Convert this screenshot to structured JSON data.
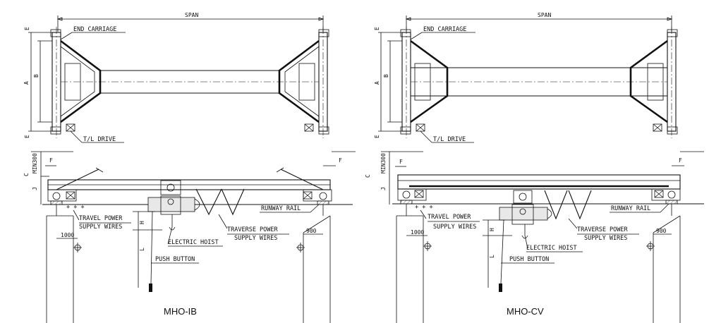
{
  "labels": {
    "span": "SPAN",
    "end_carriage": "END CARRIAGE",
    "tl_drive": "T/L DRIVE",
    "dim_a": "A",
    "dim_b": "B",
    "dim_e": "E",
    "dim_c": "C",
    "dim_j": "J",
    "dim_f": "F",
    "dim_h": "H",
    "dim_l": "L",
    "min300": "MIN300",
    "travel_power": "TRAVEL POWER",
    "supply_wires": "SUPPLY WIRES",
    "runway_rail": "RUNWAY RAIL",
    "traverse_power": "TRAVERSE POWER",
    "electric_hoist": "ELECTRIC HOIST",
    "push_button": "PUSH BUTTON",
    "d1000": "1000",
    "d900": "900"
  },
  "captions": {
    "left": "MHO-IB",
    "right": "MHO-CV"
  }
}
